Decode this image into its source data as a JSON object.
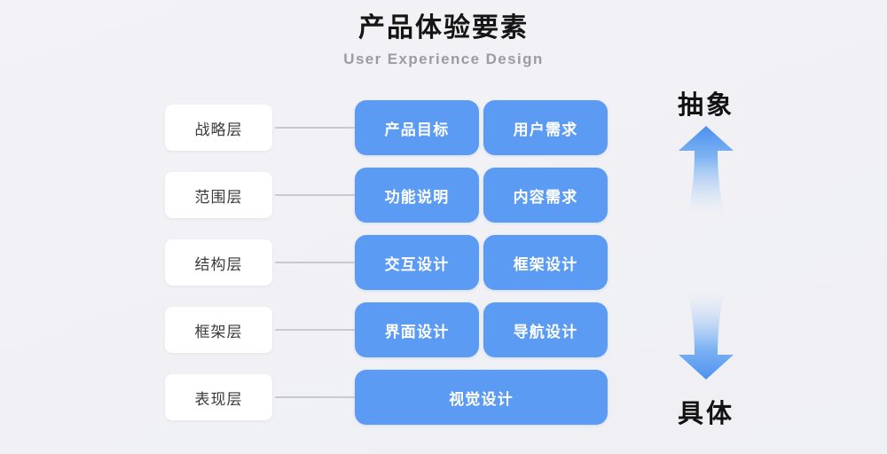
{
  "header": {
    "title": "产品体验要素",
    "subtitle": "User Experience Design"
  },
  "colors": {
    "background": "#f2f2f6",
    "card_blue": "#5b9bf4",
    "chip_white": "#ffffff",
    "connector_gray": "#c9c9cf",
    "title_black": "#151515",
    "subtitle_gray": "#9b9ba1"
  },
  "diagram": {
    "rows": [
      {
        "layer": "战略层",
        "cards": [
          "产品目标",
          "用户需求"
        ]
      },
      {
        "layer": "范围层",
        "cards": [
          "功能说明",
          "内容需求"
        ]
      },
      {
        "layer": "结构层",
        "cards": [
          "交互设计",
          "框架设计"
        ]
      },
      {
        "layer": "框架层",
        "cards": [
          "界面设计",
          "导航设计"
        ]
      },
      {
        "layer": "表现层",
        "cards": [
          "视觉设计"
        ]
      }
    ]
  },
  "axis": {
    "top_label": "抽象",
    "bottom_label": "具体",
    "up_arrow_icon": "arrow-up-icon",
    "down_arrow_icon": "arrow-down-icon"
  }
}
